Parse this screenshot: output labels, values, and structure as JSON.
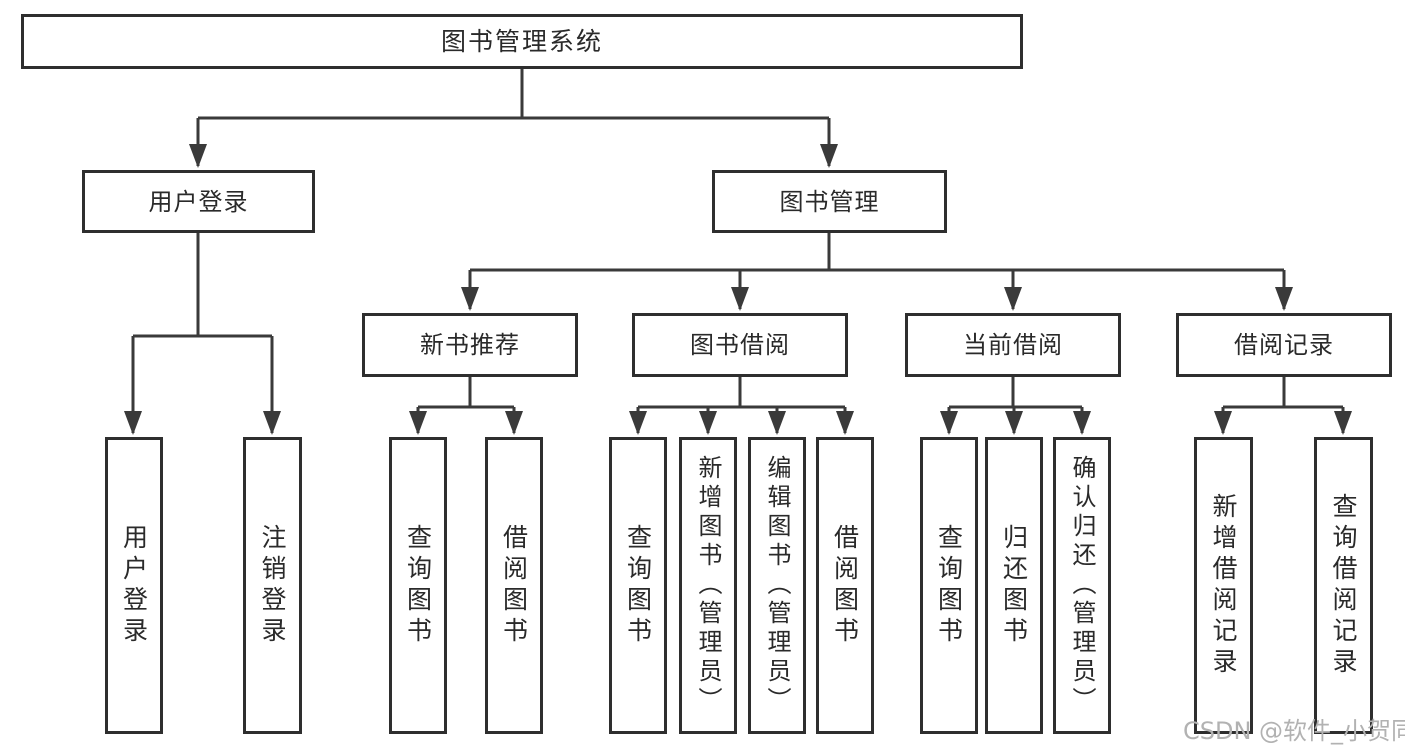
{
  "nodes": {
    "root": "图书管理系统",
    "user_login": "用户登录",
    "book_mgmt": "图书管理",
    "new_books": "新书推荐",
    "book_borrow": "图书借阅",
    "current_borrow": "当前借阅",
    "borrow_records": "借阅记录"
  },
  "leaves": {
    "user": [
      "用户登录",
      "注销登录"
    ],
    "recommend": [
      "查询图书",
      "借阅图书"
    ],
    "borrow": [
      "查询图书",
      "新增图书（管理员）",
      "编辑图书（管理员）",
      "借阅图书"
    ],
    "current": [
      "查询图书",
      "归还图书",
      "确认归还（管理员）"
    ],
    "records": [
      "新增借阅记录",
      "查询借阅记录"
    ]
  },
  "watermark": "CSDN @软件_小贺同学",
  "colors": {
    "line": "#3a3a3a",
    "border": "#2e2e2e",
    "text": "#2a2a2a",
    "watermark": "#b2b2b2",
    "background": "#ffffff"
  }
}
